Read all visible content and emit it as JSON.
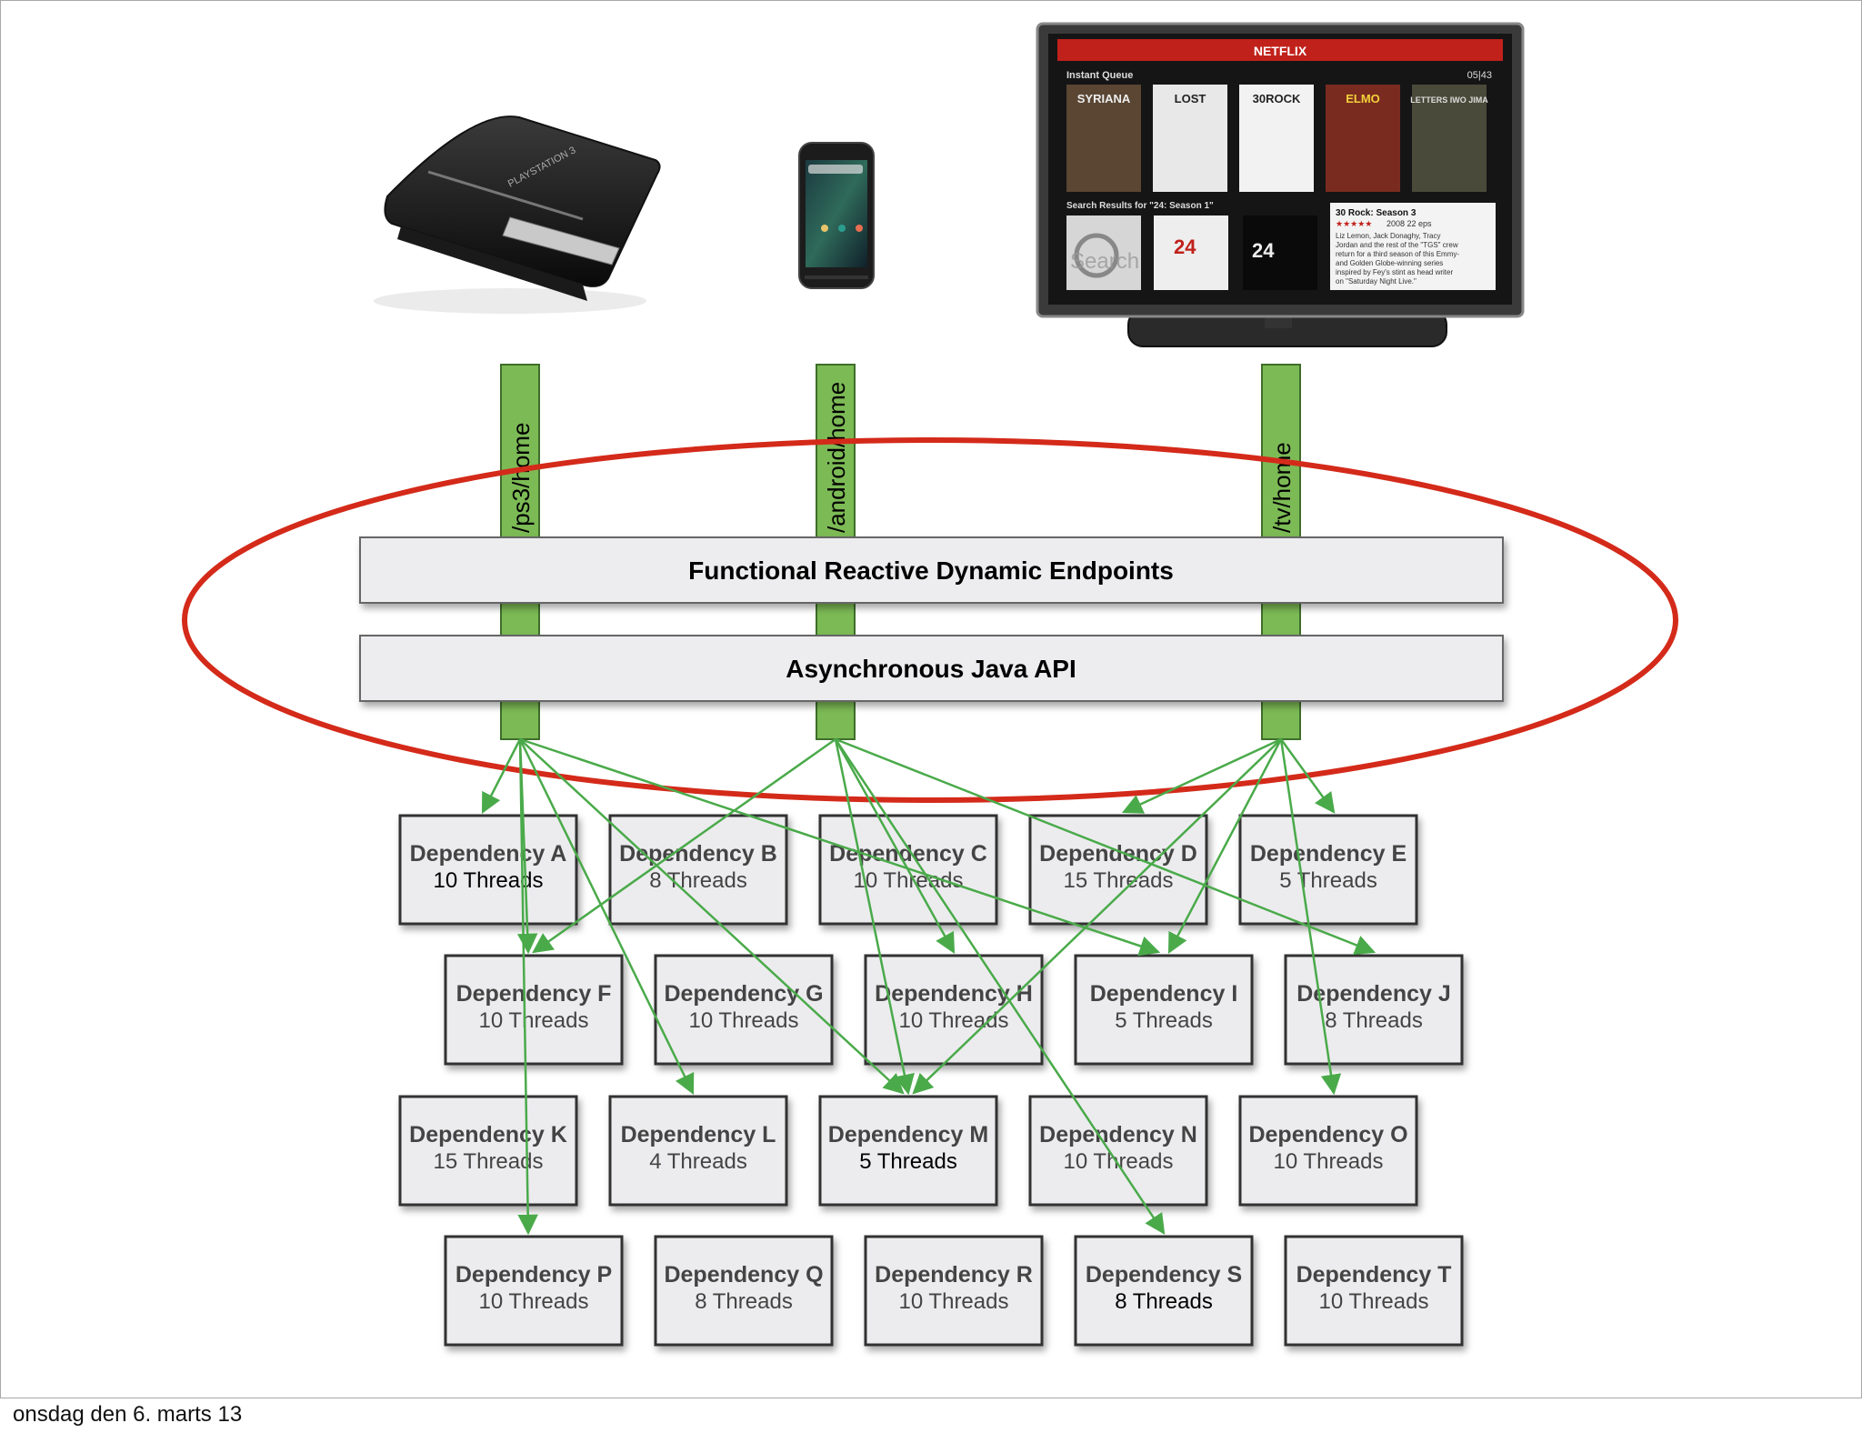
{
  "devices": [
    {
      "id": "ps3",
      "name": "ps3-console"
    },
    {
      "id": "android",
      "name": "android-phone"
    },
    {
      "id": "tv",
      "name": "tv-netflix"
    }
  ],
  "tv_screen": {
    "brand": "NETFLIX",
    "queue_label": "Instant Queue",
    "page": "05|43",
    "posters": [
      "SYRIANA",
      "LOST",
      "30ROCK",
      "ELMO",
      "LETTERS IWO JIMA"
    ],
    "search_label": "Search Results for \"24: Season 1\"",
    "search_word": "Search",
    "detail_title": "30 Rock: Season 3",
    "detail_meta": "2008  22 eps",
    "detail_text": [
      "Liz Lemon, Jack Donaghy, Tracy",
      "Jordan and the rest of the \"TGS\" crew",
      "return for a third season of this Emmy-",
      "and Golden Globe-winning series",
      "inspired by Fey's stint as head writer",
      "on \"Saturday Night Live.\""
    ]
  },
  "routes": [
    "/ps3/home",
    "/android/home",
    "/tv/home"
  ],
  "layers": {
    "endpoints": "Functional Reactive Dynamic Endpoints",
    "api": "Asynchronous Java API"
  },
  "dependencies": [
    {
      "name": "Dependency A",
      "threads": "10 Threads"
    },
    {
      "name": "Dependency B",
      "threads": "8 Threads"
    },
    {
      "name": "Dependency C",
      "threads": "10 Threads"
    },
    {
      "name": "Dependency D",
      "threads": "15 Threads"
    },
    {
      "name": "Dependency E",
      "threads": "5 Threads"
    },
    {
      "name": "Dependency F",
      "threads": "10 Threads"
    },
    {
      "name": "Dependency G",
      "threads": "10 Threads"
    },
    {
      "name": "Dependency H",
      "threads": "10 Threads"
    },
    {
      "name": "Dependency I",
      "threads": "5 Threads"
    },
    {
      "name": "Dependency J",
      "threads": "8 Threads"
    },
    {
      "name": "Dependency K",
      "threads": "15 Threads"
    },
    {
      "name": "Dependency L",
      "threads": "4 Threads"
    },
    {
      "name": "Dependency M",
      "threads": "5 Threads"
    },
    {
      "name": "Dependency N",
      "threads": "10 Threads"
    },
    {
      "name": "Dependency O",
      "threads": "10 Threads"
    },
    {
      "name": "Dependency P",
      "threads": "10 Threads"
    },
    {
      "name": "Dependency Q",
      "threads": "8 Threads"
    },
    {
      "name": "Dependency R",
      "threads": "10 Threads"
    },
    {
      "name": "Dependency S",
      "threads": "8 Threads"
    },
    {
      "name": "Dependency T",
      "threads": "10 Threads"
    }
  ],
  "highlighted_threads": [
    "A",
    "M",
    "S"
  ],
  "colors": {
    "pillar": "#7cba55",
    "highlight_ellipse": "#d42a1a",
    "arrow": "#4aaa4a",
    "box_fill": "#ececee"
  },
  "footer": "onsdag den 6. marts 13"
}
